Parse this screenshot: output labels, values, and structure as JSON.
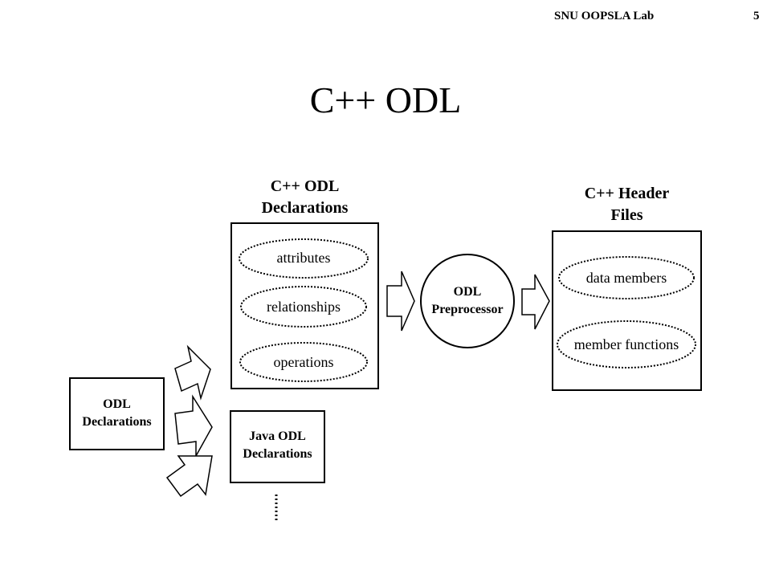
{
  "header": {
    "lab": "SNU OOPSLA Lab",
    "page_number": "5"
  },
  "title": "C++ ODL",
  "cpp_odl_declarations": {
    "heading_line1": "C++ ODL",
    "heading_line2": "Declarations",
    "items": [
      "attributes",
      "relationships",
      "operations"
    ]
  },
  "cpp_header_files": {
    "heading_line1": "C++ Header",
    "heading_line2": "Files",
    "items": [
      "data members",
      "member functions"
    ]
  },
  "preprocessor": {
    "line1": "ODL",
    "line2": "Preprocessor"
  },
  "odl_declarations": {
    "line1": "ODL",
    "line2": "Declarations"
  },
  "java_odl_declarations": {
    "line1": "Java ODL",
    "line2": "Declarations"
  }
}
